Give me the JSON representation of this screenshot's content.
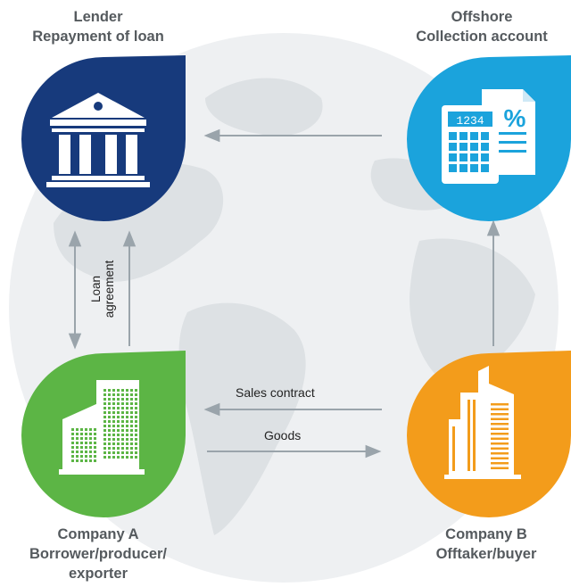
{
  "nodes": {
    "lender": {
      "line1": "Lender",
      "line2": "Repayment of loan",
      "color": "#173a7c"
    },
    "offshore": {
      "line1": "Offshore",
      "line2": "Collection account",
      "color": "#1ba3dc"
    },
    "company_a": {
      "line1": "Company A",
      "line2": "Borrower/producer/",
      "line3": "exporter",
      "color": "#5cb545"
    },
    "company_b": {
      "line1": "Company B",
      "line2": "Offtaker/buyer",
      "color": "#f39c1b"
    }
  },
  "flows": {
    "loan_agreement": {
      "line1": "Loan",
      "line2": "agreement"
    },
    "sales_contract": "Sales contract",
    "goods": "Goods"
  },
  "icons": {
    "lender": "bank-building-icon",
    "offshore": "calculator-invoice-icon",
    "company_a": "office-buildings-icon",
    "company_b": "skyscraper-icon"
  },
  "calculator_display": "1234",
  "percent_symbol": "%",
  "colors": {
    "arrow": "#9aa4ab",
    "globe": "#eef0f2",
    "land": "#dde1e4"
  }
}
